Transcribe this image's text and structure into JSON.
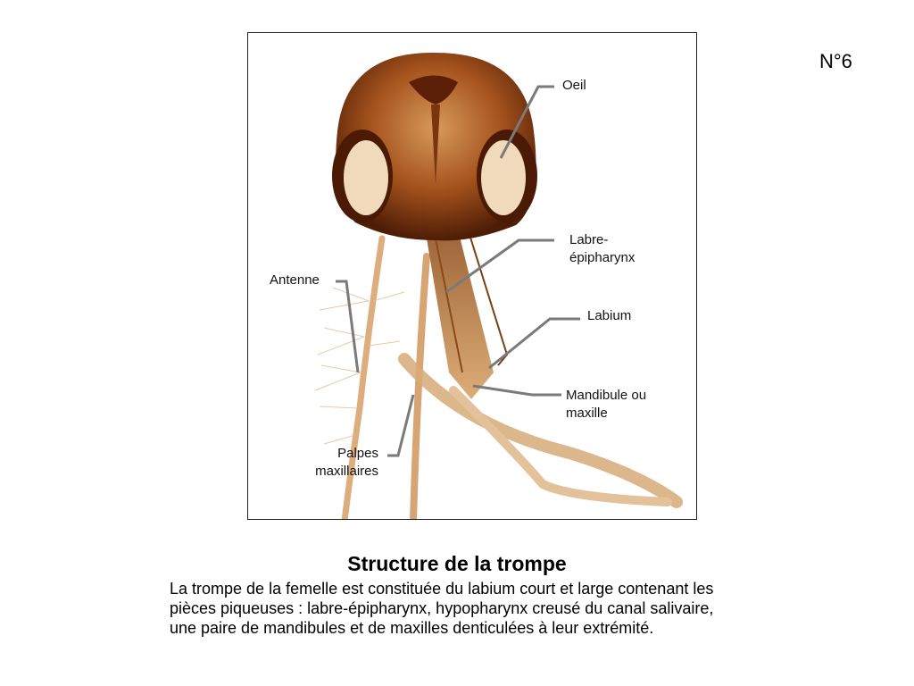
{
  "slide_number": "N°6",
  "labels": {
    "oeil": "Oeil",
    "labre_line1": "Labre-",
    "labre_line2": "épipharynx",
    "antenne": "Antenne",
    "labium": "Labium",
    "mandibule_line1": "Mandibule ou",
    "mandibule_line2": "maxille",
    "palpes_line1": "Palpes",
    "palpes_line2": "maxillaires"
  },
  "title": "Structure de la trompe",
  "caption": [
    "La trompe de la femelle est constituée du labium court et large contenant les",
    "pièces piqueuses : labre-épipharynx, hypopharynx creusé  du canal salivaire,",
    "une paire de mandibules et de maxilles denticulées à leur extrémité."
  ],
  "colors": {
    "head": "#6b2d0c",
    "eye": "#f2dcc0",
    "leader_line": "#7a7a7a",
    "appendage": "#c98a4a"
  }
}
